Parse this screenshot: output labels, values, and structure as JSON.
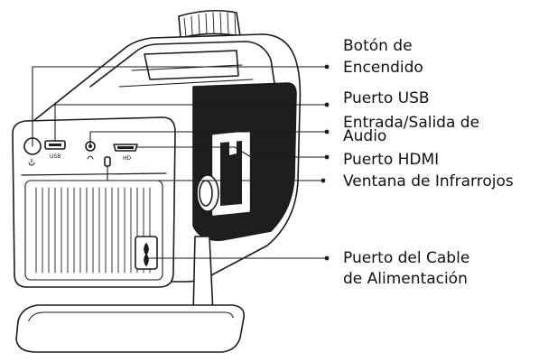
{
  "diagram": {
    "callouts": [
      {
        "id": "power",
        "lines": [
          "Botón de",
          "Encendido"
        ]
      },
      {
        "id": "usb",
        "lines": [
          "Puerto USB"
        ]
      },
      {
        "id": "audio",
        "lines": [
          "Entrada/Salida de",
          "Audio"
        ]
      },
      {
        "id": "hdmi",
        "lines": [
          "Puerto HDMI"
        ]
      },
      {
        "id": "ir",
        "lines": [
          "Ventana de Infrarrojos"
        ]
      },
      {
        "id": "power-cable",
        "lines": [
          "Puerto del Cable",
          "de Alimentación"
        ]
      }
    ],
    "port_labels": {
      "usb": "USB",
      "hd": "HD"
    },
    "colors": {
      "line": "#1a1a1a",
      "text": "#111111",
      "dark": "#1e1e1e",
      "background": "#ffffff"
    }
  }
}
